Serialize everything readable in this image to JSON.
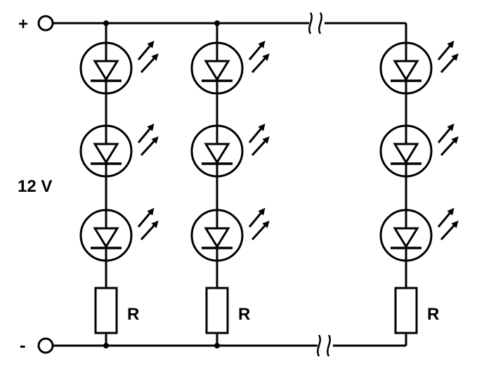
{
  "terminals": {
    "positive_label": "+",
    "negative_label": "-"
  },
  "supply": {
    "voltage_label": "12 V"
  },
  "strings": [
    {
      "leds": 3,
      "resistor_label": "R"
    },
    {
      "leds": 3,
      "resistor_label": "R"
    },
    {
      "leds": 3,
      "resistor_label": "R"
    }
  ],
  "rails": {
    "break_symbol": "wavy-gap",
    "count": 2
  },
  "colors": {
    "line": "#000000",
    "background": "#ffffff"
  }
}
